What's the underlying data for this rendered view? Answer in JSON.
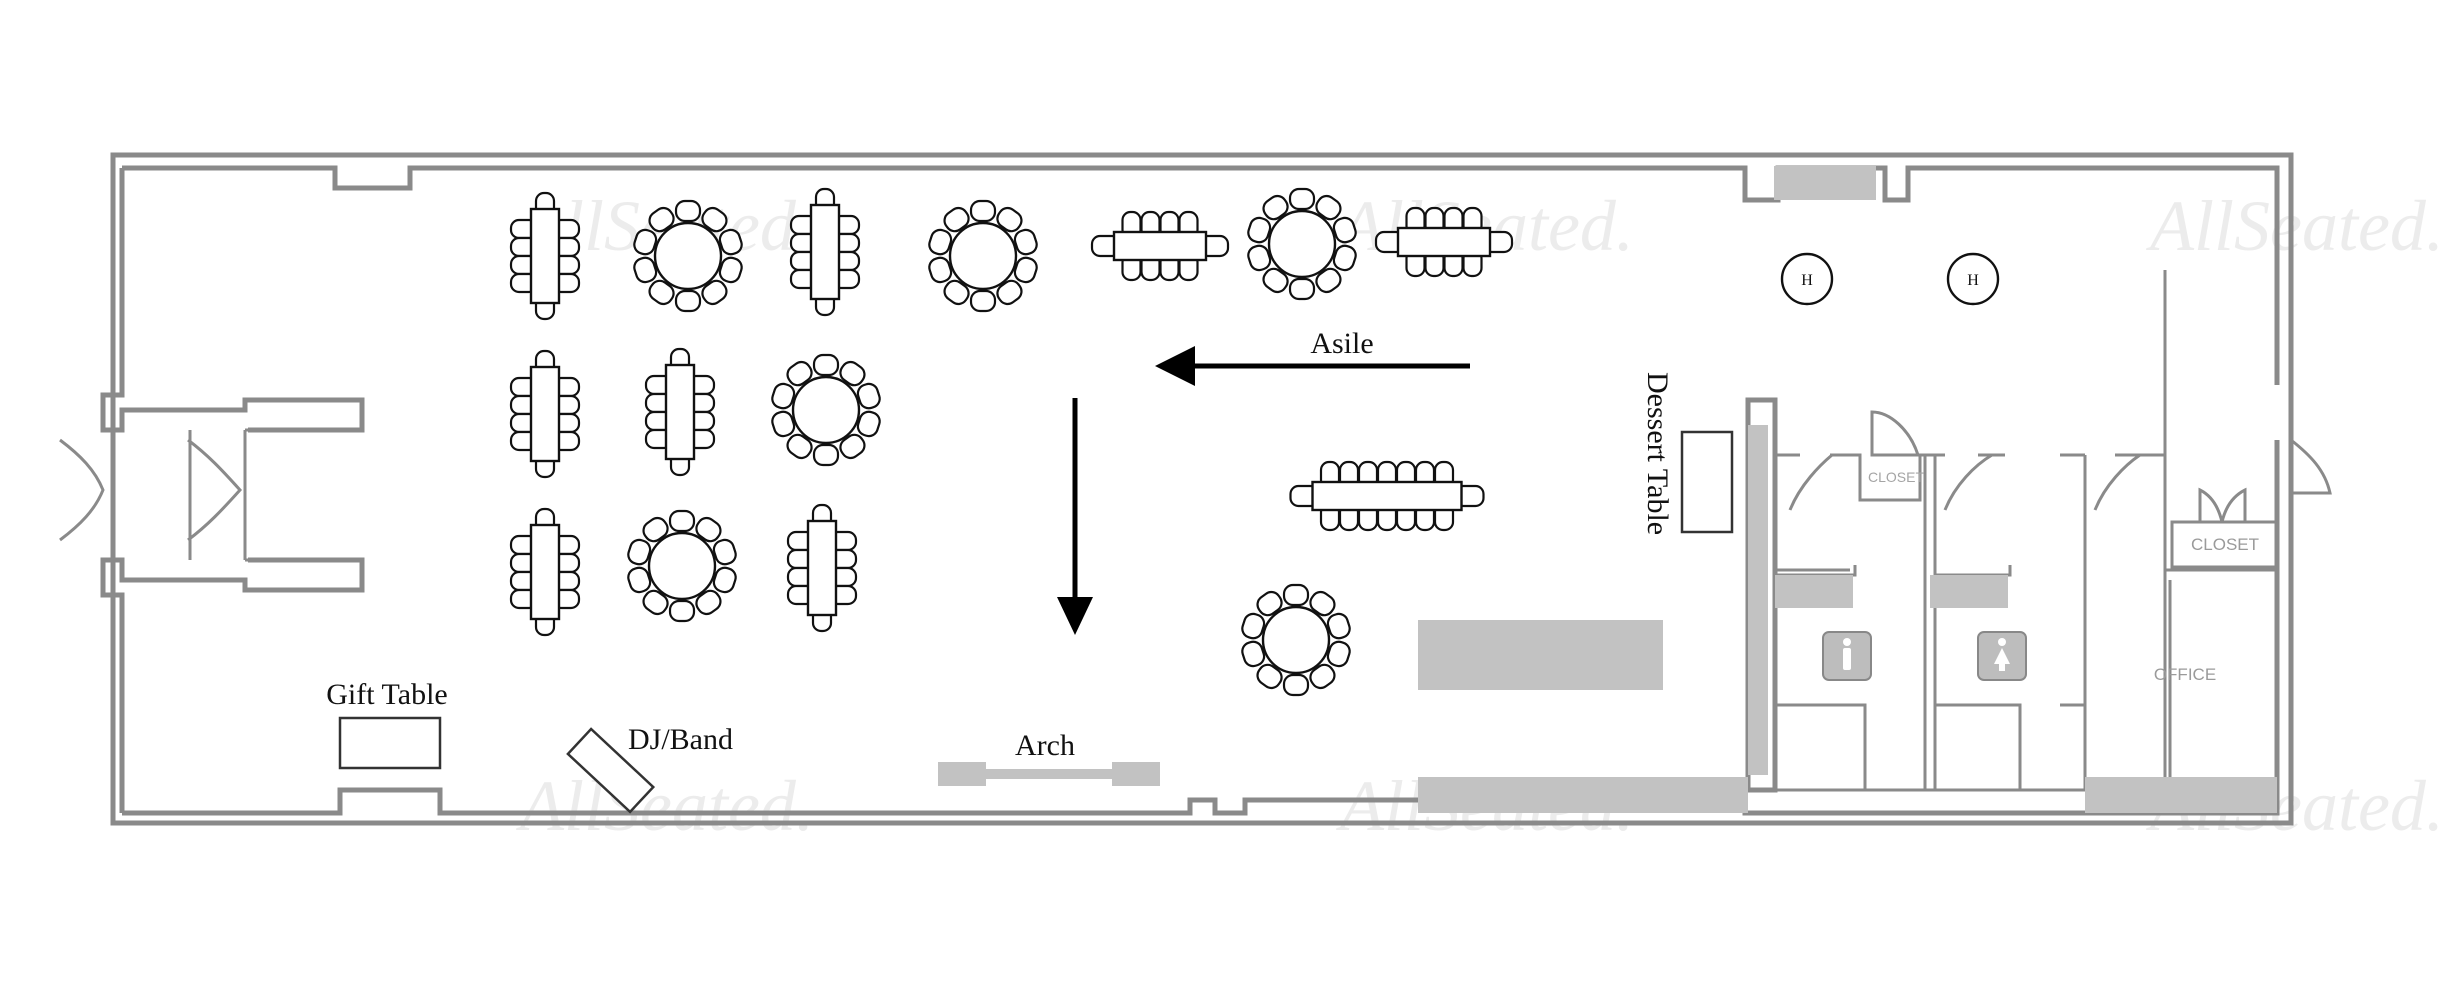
{
  "labels": {
    "gift_table": "Gift Table",
    "dj_band": "DJ/Band",
    "arch": "Arch",
    "aisle": "Asile",
    "dessert_table": "Dessert Table",
    "closet_1": "CLOSET",
    "closet_2": "CLOSET",
    "office": "OFFICE",
    "highboy_1": "H",
    "highboy_2": "H"
  },
  "watermark": "AllSeated.",
  "icons": {
    "restroom_men": "male-restroom-icon",
    "restroom_women": "female-restroom-icon",
    "aisle_arrow": "arrow-left-icon",
    "down_arrow": "arrow-down-icon"
  },
  "colors": {
    "walls": "#8a8a8a",
    "fixtures": "#c2c2c2",
    "furniture": "#111111"
  }
}
